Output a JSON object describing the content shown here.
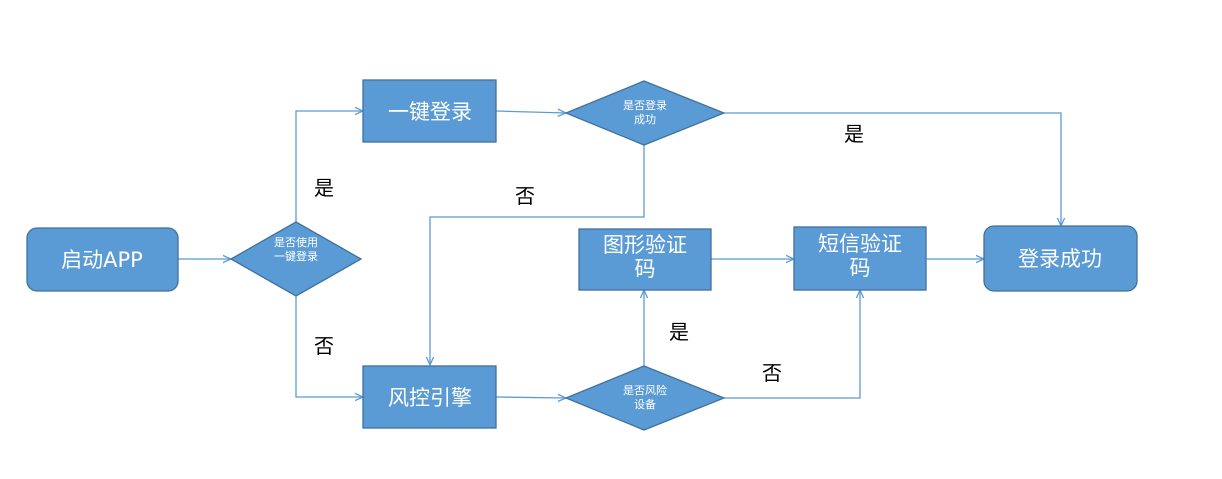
{
  "colors": {
    "node_fill": "#5B9BD5",
    "node_stroke": "#41719C",
    "edge": "#5B9BD5",
    "label": "#000000",
    "node_text": "#FFFFFF"
  },
  "nodes": {
    "start": "启动APP",
    "decision_one_click": "是否使用一键登录",
    "one_click_login": "一键登录",
    "decision_login_success": "是否登录成功",
    "risk_engine": "风控引擎",
    "decision_risk_device": "是否风险设备",
    "captcha_graphic": "图形验证码",
    "sms_code": "短信验证码",
    "login_success": "登录成功"
  },
  "edge_labels": {
    "one_click_yes": "是",
    "one_click_no": "否",
    "login_success_yes": "是",
    "login_success_no": "否",
    "risk_yes": "是",
    "risk_no": "否"
  }
}
